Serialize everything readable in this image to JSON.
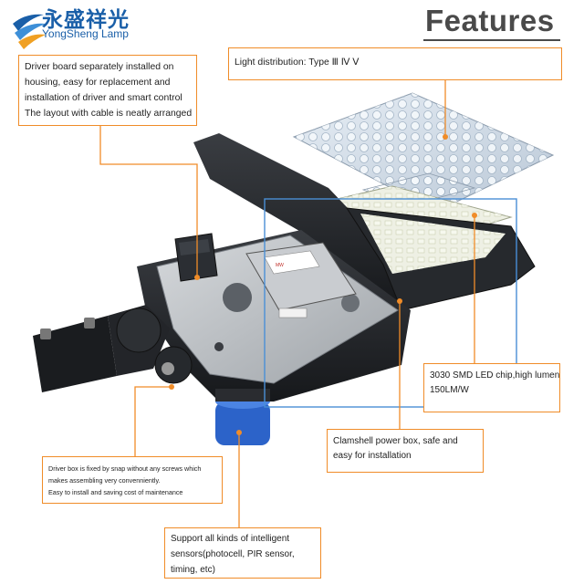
{
  "brand": {
    "name_cn": "永盛祥光",
    "name_en": "YongSheng Lamp"
  },
  "heading": "Features",
  "callouts": {
    "driver_board": [
      "Driver board separately installed on",
      "housing, easy for replacement and",
      "installation of driver and smart control",
      "The layout with cable is neatly arranged"
    ],
    "light_distribution": "Light distribution: Type Ⅲ Ⅳ Ⅴ",
    "led_chip": [
      "3030 SMD LED chip,high lumen",
      "150LM/W"
    ],
    "clamshell": [
      "Clamshell power box, safe and",
      "easy for installation"
    ],
    "driver_box": [
      "Driver box is fixed by snap without any screws which",
      "makes assembling very convenniently.",
      "Easy to install and saving cost of maintenance"
    ],
    "sensors": [
      "Support all kinds of intelligent",
      "sensors(photocell, PIR sensor,",
      "timing, etc)"
    ]
  },
  "colors": {
    "accent": "#f08c28",
    "brand": "#1a5fa8",
    "highlight": "#4a8fd6"
  }
}
